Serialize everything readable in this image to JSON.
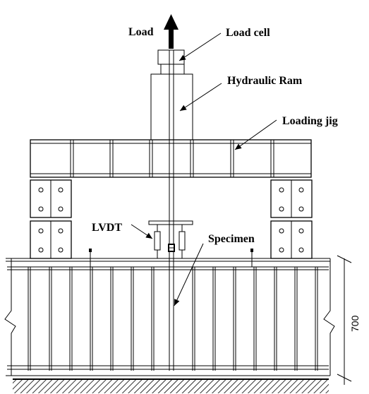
{
  "labels": {
    "load": "Load",
    "load_cell": "Load cell",
    "hydraulic_ram": "Hydraulic Ram",
    "loading_jig": "Loading jig",
    "lvdt": "LVDT",
    "specimen": "Specimen",
    "dimension": "700"
  },
  "colors": {
    "line": "#000000",
    "background": "#ffffff"
  }
}
